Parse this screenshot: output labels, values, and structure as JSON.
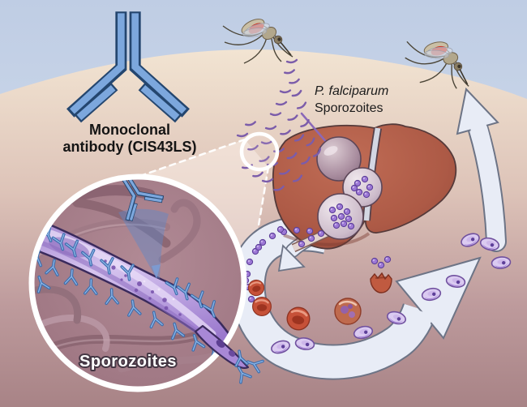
{
  "title": "Malaria monoclonal antibody mechanism illustration",
  "labels": {
    "monoclonal_line1": "Monoclonal",
    "monoclonal_line2": "antibody (CIS43LS)",
    "pathogen_line1": "P. falciparum",
    "pathogen_line2": "Sporozoites",
    "inset_caption": "Sporozoites"
  },
  "icons": {
    "monoclonal_antibody": "antibody-icon",
    "mosquito_left": "mosquito-icon",
    "mosquito_right": "mosquito-icon",
    "sporozoite_spray": "sporozoite-dashes",
    "liver": "liver-illustration",
    "infected_hepatocytes": "vesicle-spheres",
    "magnifier": "magnifier-circle",
    "inset": "zoom-inset-circle",
    "bloodstream_loop": "loop-arrow",
    "exit_to_mosquito": "up-arrow",
    "red_blood_cells": "rbc-icon",
    "gametocytes": "gametocyte-icon",
    "merozoites": "merozoite-dots"
  },
  "palette": {
    "sky": "#c5d2e8",
    "skin_top": "#f0e2d1",
    "skin_bottom": "#a98388",
    "antibody_fill": "#7ca7dd",
    "antibody_outline": "#24466f",
    "liver_fill": "#b35c48",
    "liver_outline": "#553a3a",
    "sporozoite_purple": "#b393de",
    "sporozoite_outline": "#3a2a5c",
    "arrow_fill": "#e8ecf6",
    "arrow_outline": "#6d7486",
    "rbc_red": "#c65138",
    "merozoite": "#9d78d6",
    "gametocyte": "#dbcbf1",
    "inset_background": "#a27b86",
    "caption_light": "#ffffff",
    "label_dark": "#141414"
  }
}
